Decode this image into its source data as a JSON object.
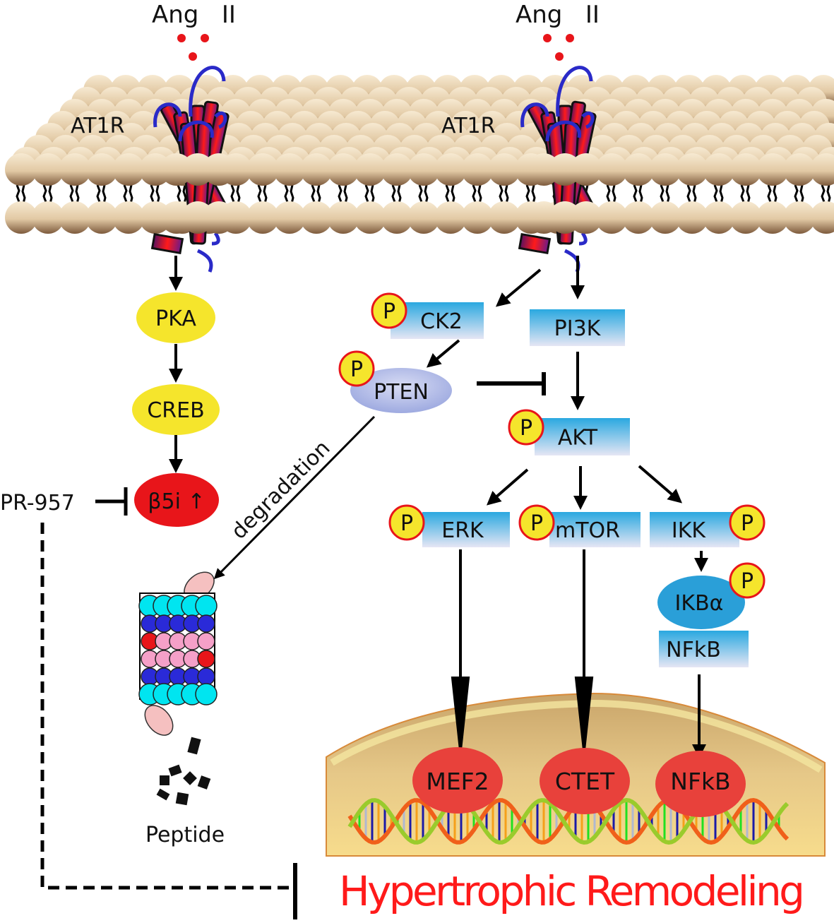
{
  "ligand": {
    "left": "Ang   II",
    "right": "Ang   II"
  },
  "receptor": {
    "left": "AT1R",
    "right": "AT1R"
  },
  "left_pathway": {
    "pka": "PKA",
    "creb": "CREB",
    "b5i": "β5i ↑",
    "inhibitor": "PR-957"
  },
  "right_pathway": {
    "ck2": "CK2",
    "pi3k": "PI3K",
    "pten": "PTEN",
    "akt": "AKT",
    "erk": "ERK",
    "mtor": "mTOR",
    "ikk": "IKK",
    "ikba": "IKBα",
    "nfkb_cyto": "NFkB",
    "phospho": "P"
  },
  "degradation_label": "degradation",
  "peptide_label": "Peptide",
  "nucleus": {
    "mef2": "MEF2",
    "ctet": "CTET",
    "nfkb": "NFkB"
  },
  "outcome": "Hypertrophic Remodeling",
  "colors": {
    "yellow": "#f5e52c",
    "red": "#e8413b",
    "outcome_red": "#ff1a1a",
    "ikba": "#2a9fd8",
    "box_top": "#2aa8e0",
    "box_bottom": "#e6e6f4"
  }
}
